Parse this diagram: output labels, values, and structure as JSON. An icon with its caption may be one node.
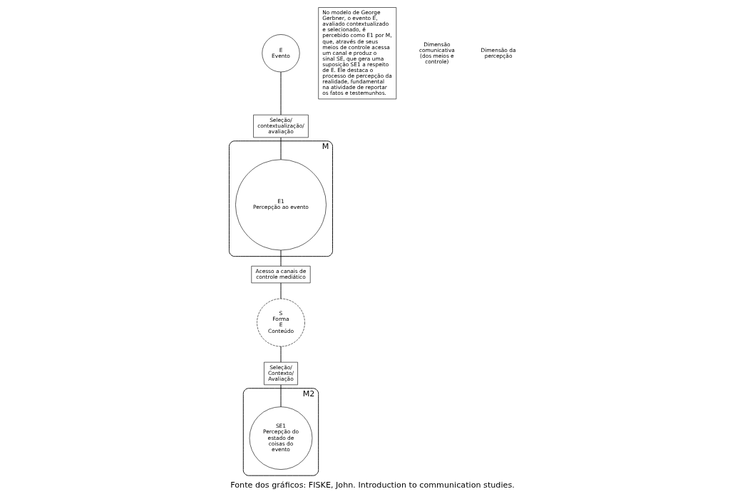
{
  "diagram": {
    "caption": "Fonte dos gráficos: FISKE, John. Introduction to communication studies.",
    "nodes": [
      {
        "text": [
          "E",
          "Evento"
        ]
      },
      {
        "text": [
          "M"
        ]
      },
      {
        "text": [
          "E1",
          "Percepção ao evento"
        ],
        "in": 1
      },
      {
        "text": [
          "Seleção/ contextualização/ avaliação"
        ]
      },
      {
        "text": [
          "Acesso a canais de controle mediático"
        ]
      },
      {
        "text": [
          "S",
          "Forma",
          "E",
          "Conteúdo"
        ]
      },
      {
        "text": [
          "Seleção/ Contexto/ Avaliação"
        ]
      },
      {
        "text": [
          "M2"
        ]
      },
      {
        "text": [
          "SE1",
          "Percepção do estado de coisas do evento"
        ],
        "in": 7
      },
      {
        "text": [
          "No modelo de George Gerbner, o evento E, avaliado contextualizado e selecionado, é percebido como E1 por M, que, através de seus meios de controle acessa um canal e produz o sinal SE, que gera uma suposição SE1 a respeito de E. Ele destaca o processo de percepção da realidade, fundamental na atividade de reportar os fatos e testemunhos."
        ]
      }
    ],
    "edges": [
      {
        "from": 0,
        "to": 3,
        "arrow": "none"
      },
      {
        "from": 3,
        "to": 2,
        "arrow": "none"
      },
      {
        "from": 2,
        "to": 4,
        "arrow": "none"
      },
      {
        "from": 4,
        "to": 5,
        "arrow": "none"
      },
      {
        "from": 5,
        "to": 6,
        "arrow": "none"
      },
      {
        "from": 6,
        "to": 8,
        "arrow": "none"
      }
    ],
    "labels": [
      "Dimensão comunicativa (dos meios e controle)",
      "Dimensão da percepção"
    ]
  }
}
